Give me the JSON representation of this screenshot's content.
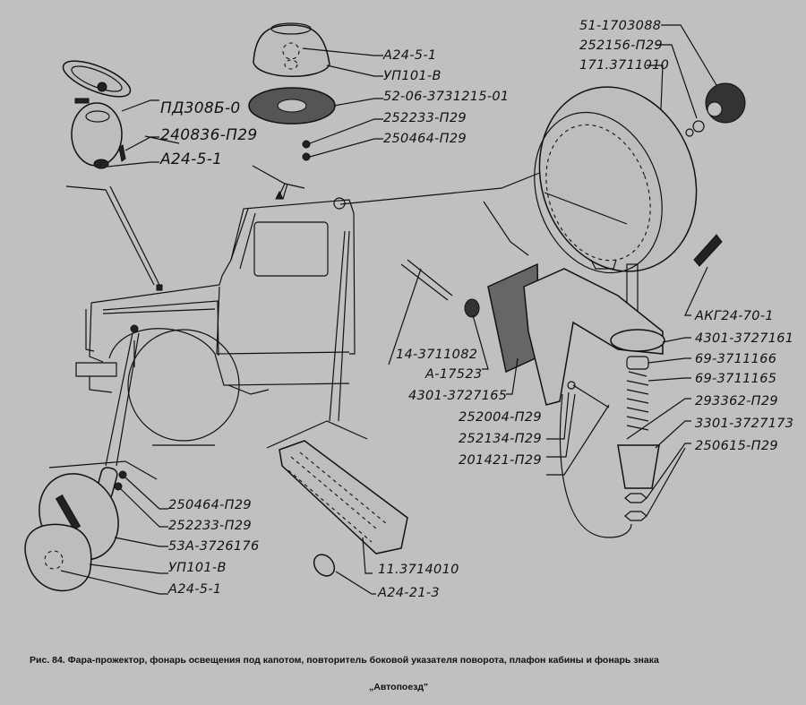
{
  "labels": {
    "dome_lamp_bulb": "А24-5-1",
    "dome_lamp_lens": "УП101-В",
    "dome_lamp_gasket": "52-06-3731215-01",
    "dome_lamp_washer": "252233-П29",
    "dome_lamp_nut": "250464-П29",
    "underhood_lamp": "ПД308Б-0",
    "underhood_screw": "240836-П29",
    "underhood_bulb": "А24-5-1",
    "spot_cap": "51-1703088",
    "spot_washer": "252156-П29",
    "spotlight": "171.3711010",
    "spot_bulb": "АКГ24-70-1",
    "spot_bracket": "4301-3727161",
    "spot_bushing": "69-3711166",
    "spot_spring": "69-3711165",
    "spot_washer2": "293362-П29",
    "spot_cone": "3301-3727173",
    "spot_nuts": "250615-П29",
    "cable": "14-3711082",
    "grommet": "А-17523",
    "mount_plate": "4301-3727165",
    "bolt_washer1": "252004-П29",
    "bolt_washer2": "252134-П29",
    "bolt": "201421-П29",
    "repeater_nut": "250464-П29",
    "repeater_washer": "252233-П29",
    "repeater_body": "53А-3726176",
    "repeater_lens": "УП101-В",
    "repeater_bulb": "А24-5-1",
    "sign_lamp": "11.3714010",
    "sign_bulb": "А24-21-3"
  },
  "caption": {
    "line1": "Рис. 84.  Фара-прожектор, фонарь освещения под капотом, повторитель боковой указателя поворота, плафон кабины и фонарь знака",
    "line2": "„Автопоезд\""
  }
}
